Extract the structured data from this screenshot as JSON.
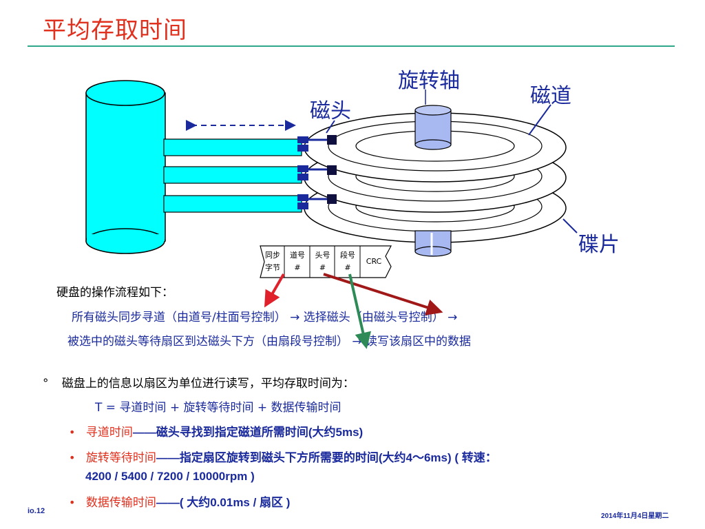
{
  "title": "平均存取时间",
  "diagram": {
    "label_spindle": "旋转轴",
    "label_track": "磁道",
    "label_head": "磁头",
    "label_platter": "碟片",
    "sector_fields": [
      {
        "line1": "同步",
        "line2": "字节"
      },
      {
        "line1": "道号",
        "line2": "#"
      },
      {
        "line1": "头号",
        "line2": "#"
      },
      {
        "line1": "段号",
        "line2": "#"
      },
      {
        "line1": "CRC",
        "line2": ""
      }
    ]
  },
  "flow": {
    "heading": "硬盘的操作流程如下：",
    "line1": "所有磁头同步寻道（由道号/柱面号控制） →  选择磁头（由磁头号控制） →",
    "line2": "被选中的磁头等待扇区到达磁头下方（由扇段号控制） → 读写该扇区中的数据"
  },
  "content": {
    "intro_marker": "°",
    "intro": "磁盘上的信息以扇区为单位进行读写，平均存取时间为：",
    "formula": "T = 寻道时间 + 旋转等待时间 + 数据传输时间",
    "bullets": [
      {
        "term": "寻道时间",
        "desc": "——磁头寻找到指定磁道所需时间(大约5ms)"
      },
      {
        "term": "旋转等待时间",
        "desc": "——指定扇区旋转到磁头下方所需要的时间(大约4～6ms) ( 转速：",
        "desc2": "4200 / 5400 / 7200 / 10000rpm )"
      },
      {
        "term": "数据传输时间",
        "desc": "——( 大约0.01ms / 扇区 )"
      }
    ]
  },
  "footer": {
    "left": "io.12",
    "right": "2014年11月4日星期二"
  },
  "colors": {
    "title": "#e0301e",
    "rule": "#2fa88a",
    "text_blue": "#1a2a9c",
    "cyan": "#00ffff",
    "spindle": "#a8b8f0",
    "arrow_red": "#e0202a",
    "arrow_darkred": "#a01818",
    "arrow_green": "#2e8b57"
  }
}
